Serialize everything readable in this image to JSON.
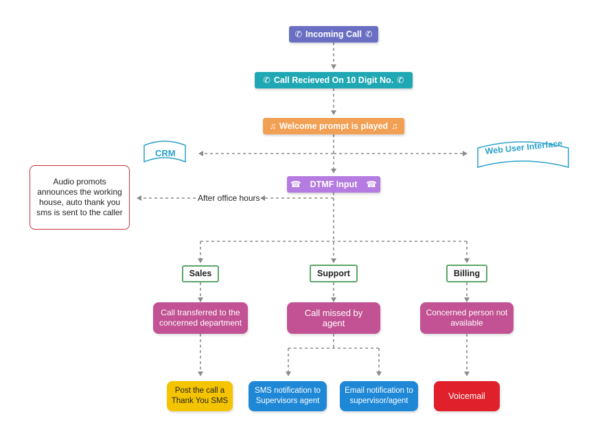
{
  "flow": {
    "incoming_call": {
      "label": "Incoming Call",
      "color": "#6a6fc4"
    },
    "call_received": {
      "label": "Call Recieved On 10 Digit No.",
      "color": "#1fa8b3"
    },
    "welcome": {
      "label": "Welcome prompt is played",
      "color": "#f2a054"
    },
    "dtmf": {
      "label": "DTMF Input",
      "color": "#b57be0"
    },
    "crm": {
      "label": "CRM"
    },
    "web_ui": {
      "label": "Web User Interface"
    },
    "after_hours": {
      "label": "After office hours"
    },
    "audio_note": {
      "label": "Audio promots announces the working house, auto thank you sms is sent to the caller"
    },
    "departments": [
      {
        "label": "Sales"
      },
      {
        "label": "Support"
      },
      {
        "label": "Billing"
      }
    ],
    "outcomes": [
      {
        "label": "Call transferred to the concerned department"
      },
      {
        "label": "Call missed by agent"
      },
      {
        "label": "Concerned person not available"
      }
    ],
    "actions": [
      {
        "label": "Post the call a Thank You SMS",
        "color": "#f5c400"
      },
      {
        "label": "SMS notification to Supervisors agent",
        "color": "#1e88d6"
      },
      {
        "label": "Email notification to supervisor/agent",
        "color": "#1e88d6"
      },
      {
        "label": "Voicemail",
        "color": "#e0202a"
      }
    ]
  },
  "colors": {
    "connector": "#8a8a8a",
    "outcome": "#c25293",
    "department_border": "#5aa469",
    "note_border": "#c8313b",
    "flag": "#2aa0c8"
  },
  "icons": {
    "phone": "phone-icon",
    "music": "music-note-icon",
    "telephone": "telephone-icon"
  }
}
